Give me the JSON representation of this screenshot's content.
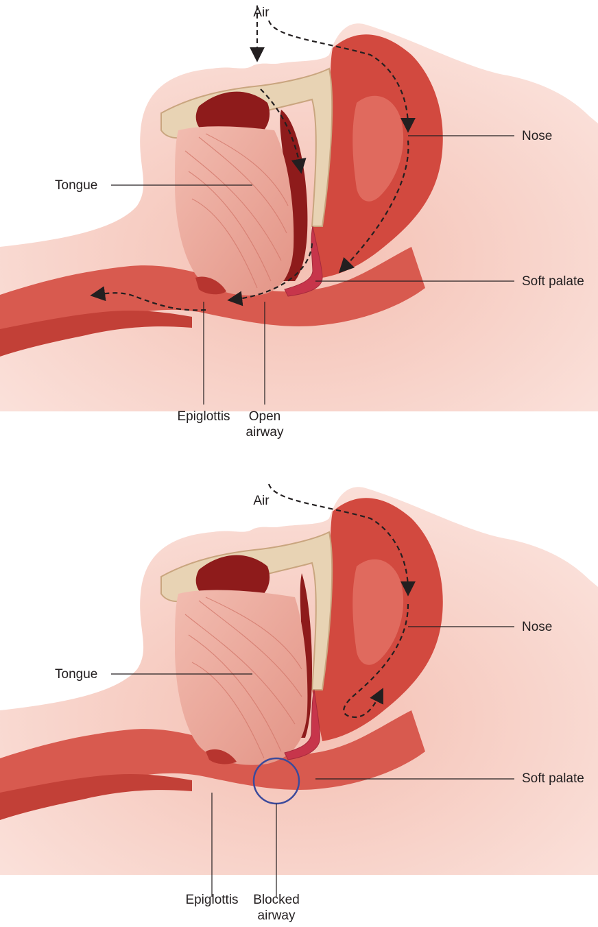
{
  "panels": [
    {
      "labels": {
        "air": "Air",
        "nose": "Nose",
        "tongue": "Tongue",
        "soft_palate": "Soft palate",
        "epiglottis": "Epiglottis",
        "airway_line1": "Open",
        "airway_line2": "airway"
      }
    },
    {
      "labels": {
        "air": "Air",
        "nose": "Nose",
        "tongue": "Tongue",
        "soft_palate": "Soft palate",
        "epiglottis": "Epiglottis",
        "airway_line1": "Blocked",
        "airway_line2": "airway"
      }
    }
  ],
  "colors": {
    "skin": "#f3bdb0",
    "skin_light": "#fbe3dc",
    "tissue": "#d9574d",
    "tissue_dark": "#b7352f",
    "cavity": "#8e1b1b",
    "bone": "#e8d3b4",
    "tongue": "#eaa59a",
    "highlight_circle": "#3b4a9b",
    "leader_line": "#231f20"
  }
}
